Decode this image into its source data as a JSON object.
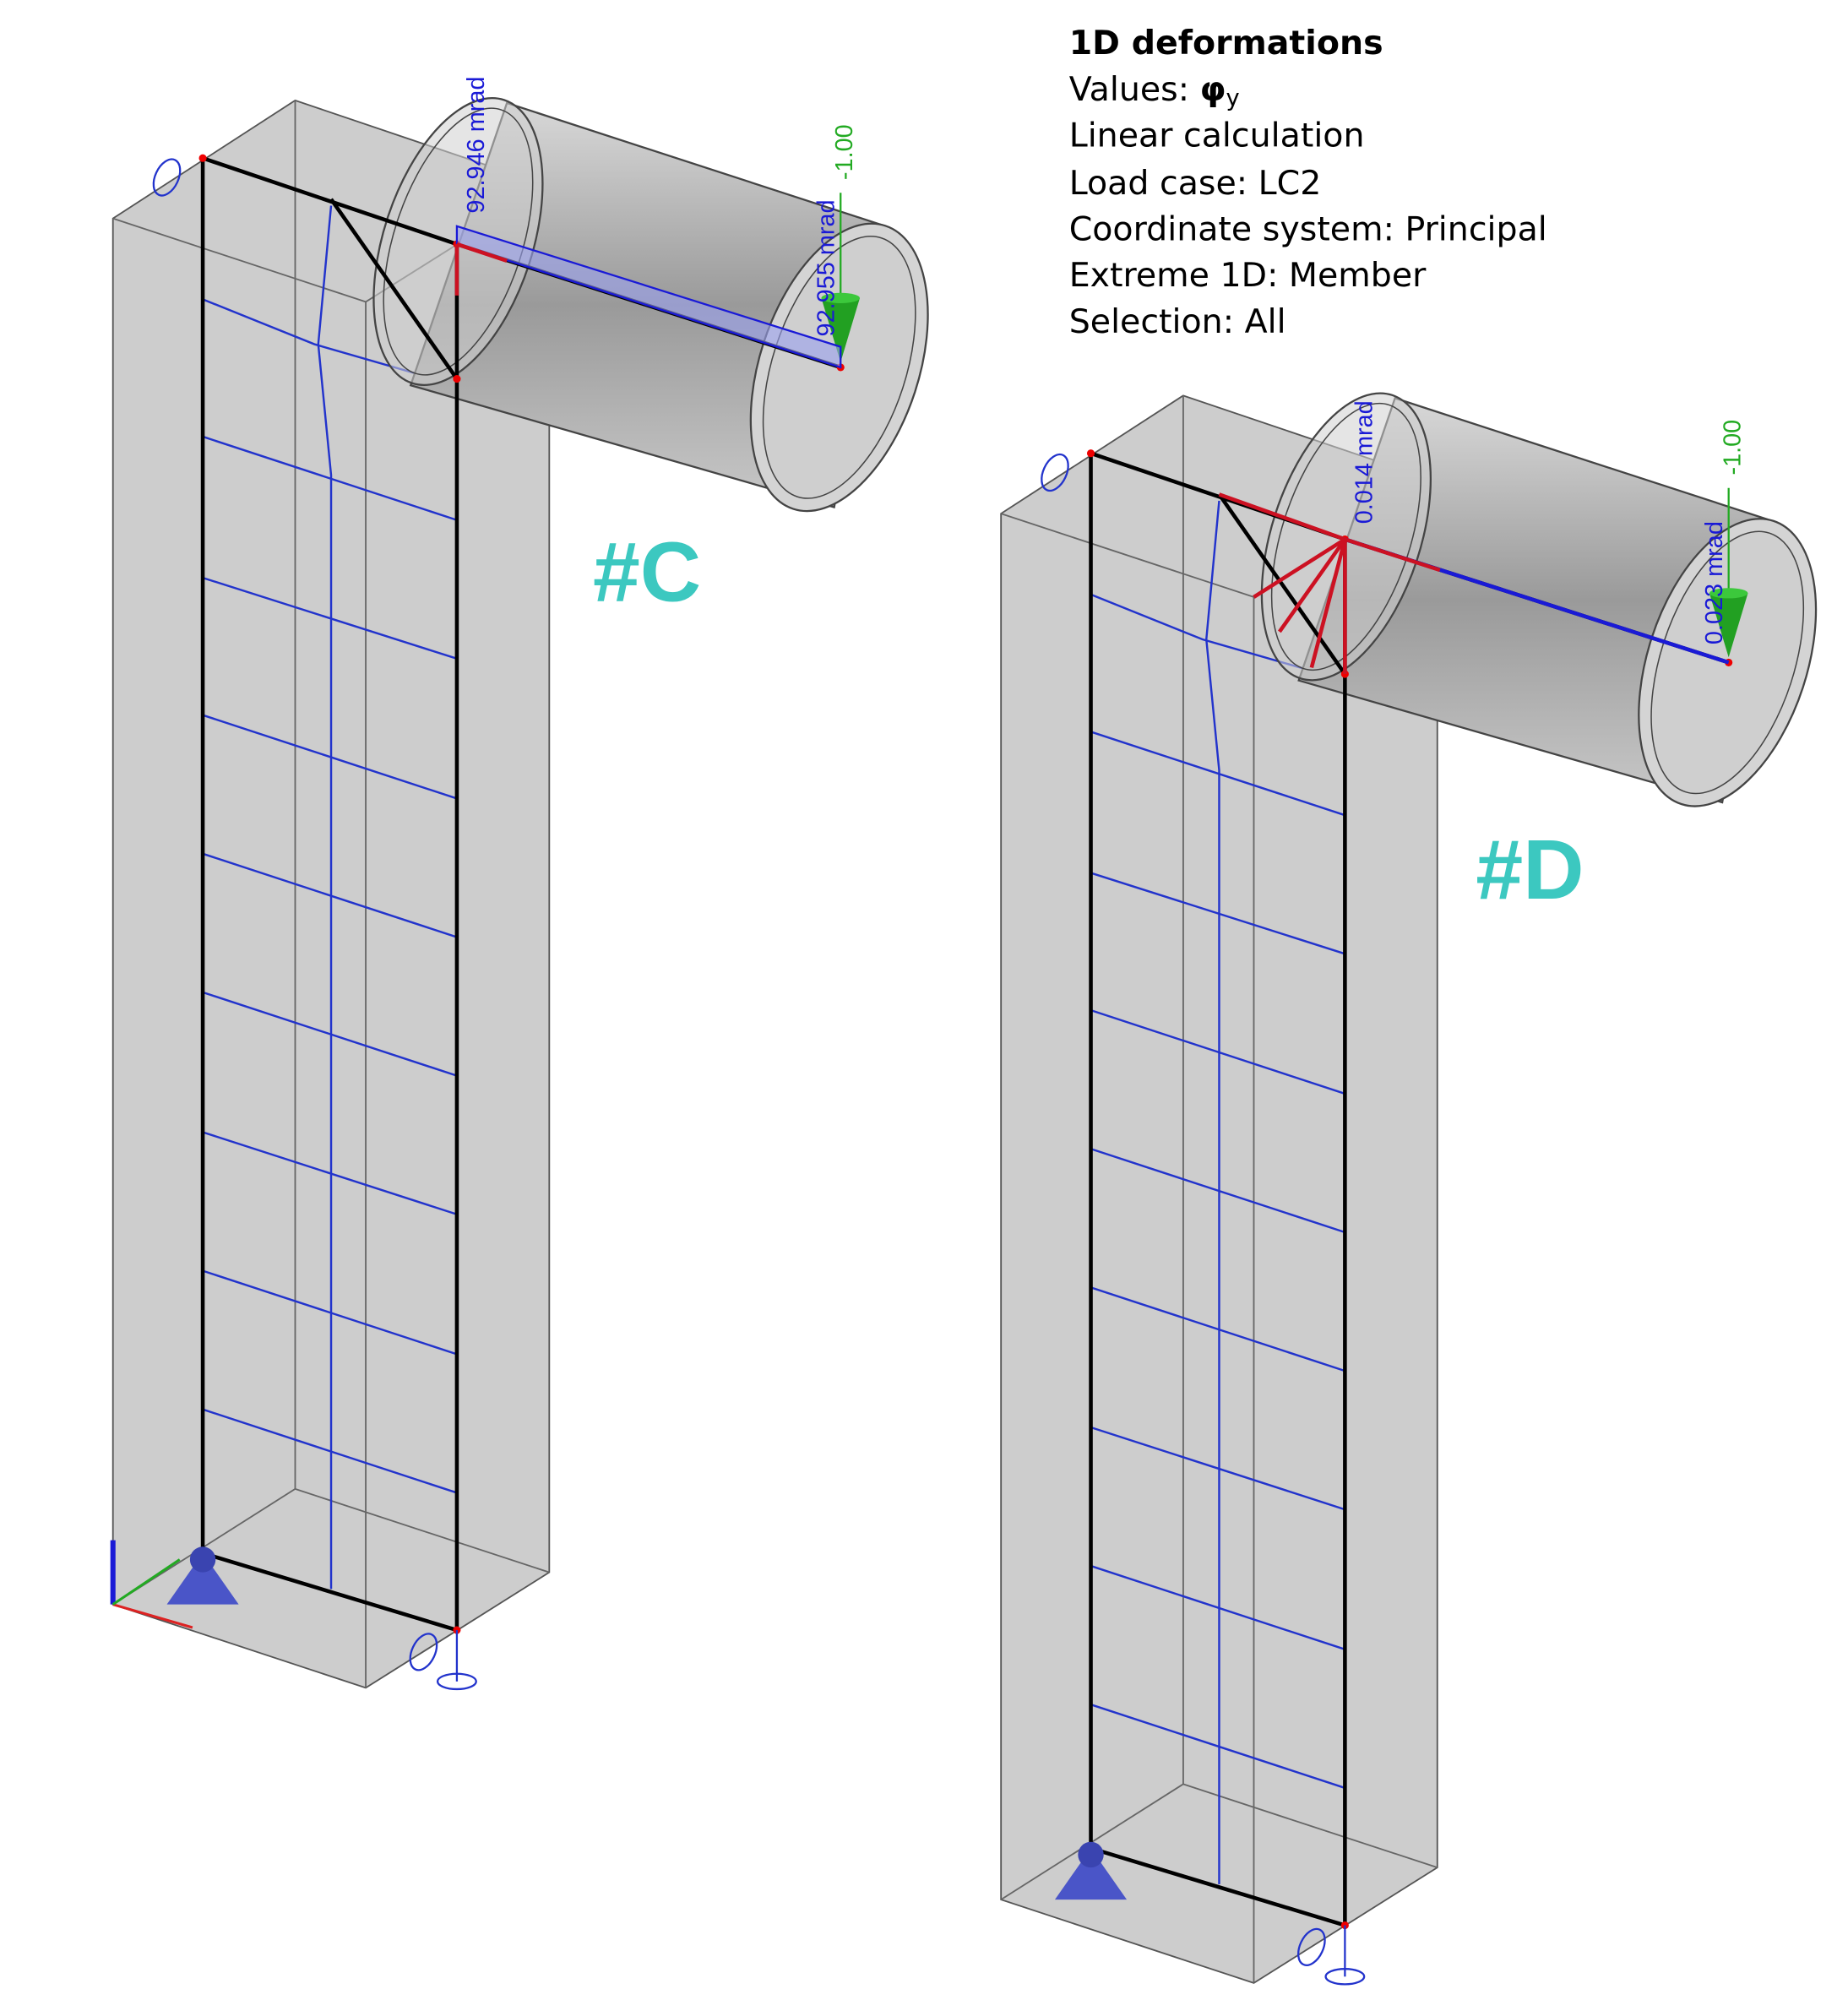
{
  "info": {
    "title": "1D deformations",
    "values_label": "Values: ",
    "values_symbol": "φ",
    "values_subscript": "y",
    "calculation": "Linear calculation",
    "load_case": "Load case: LC2",
    "coordinate_system": "Coordinate system: Principal",
    "extreme": "Extreme 1D: Member",
    "selection": "Selection: All"
  },
  "model_c": {
    "tag": "#C",
    "max_label": "92.946 mrad",
    "end_label": "92.955 mrad",
    "load_label": "-1.00"
  },
  "model_d": {
    "tag": "#D",
    "max_label": "0.014 mrad",
    "end_label": "0.023 mrad",
    "load_label": "-1.00"
  },
  "colors": {
    "tag": "#3cc8c0",
    "result": "#1a1ad6",
    "load": "#22aa22",
    "member_red": "#cc1122"
  }
}
